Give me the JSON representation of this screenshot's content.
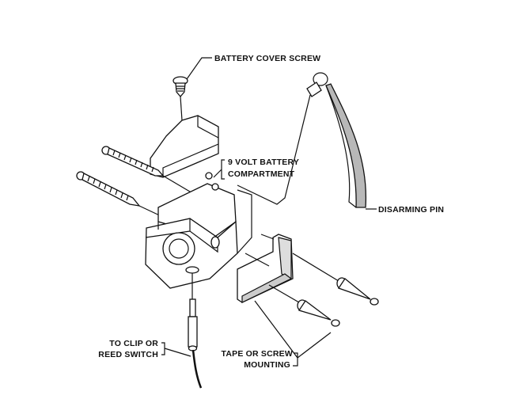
{
  "labels": {
    "battery_cover_screw": "BATTERY COVER SCREW",
    "battery_compartment_line1": "9 VOLT BATTERY",
    "battery_compartment_line2": "COMPARTMENT",
    "disarming_pin": "DISARMING PIN",
    "clip_line1": "TO CLIP OR",
    "clip_line2": "REED SWITCH",
    "mounting_line1": "TAPE OR SCREW",
    "mounting_line2": "MOUNTING"
  },
  "colors": {
    "ink": "#111111",
    "strap": "#b8b8b8",
    "background": "#ffffff"
  }
}
